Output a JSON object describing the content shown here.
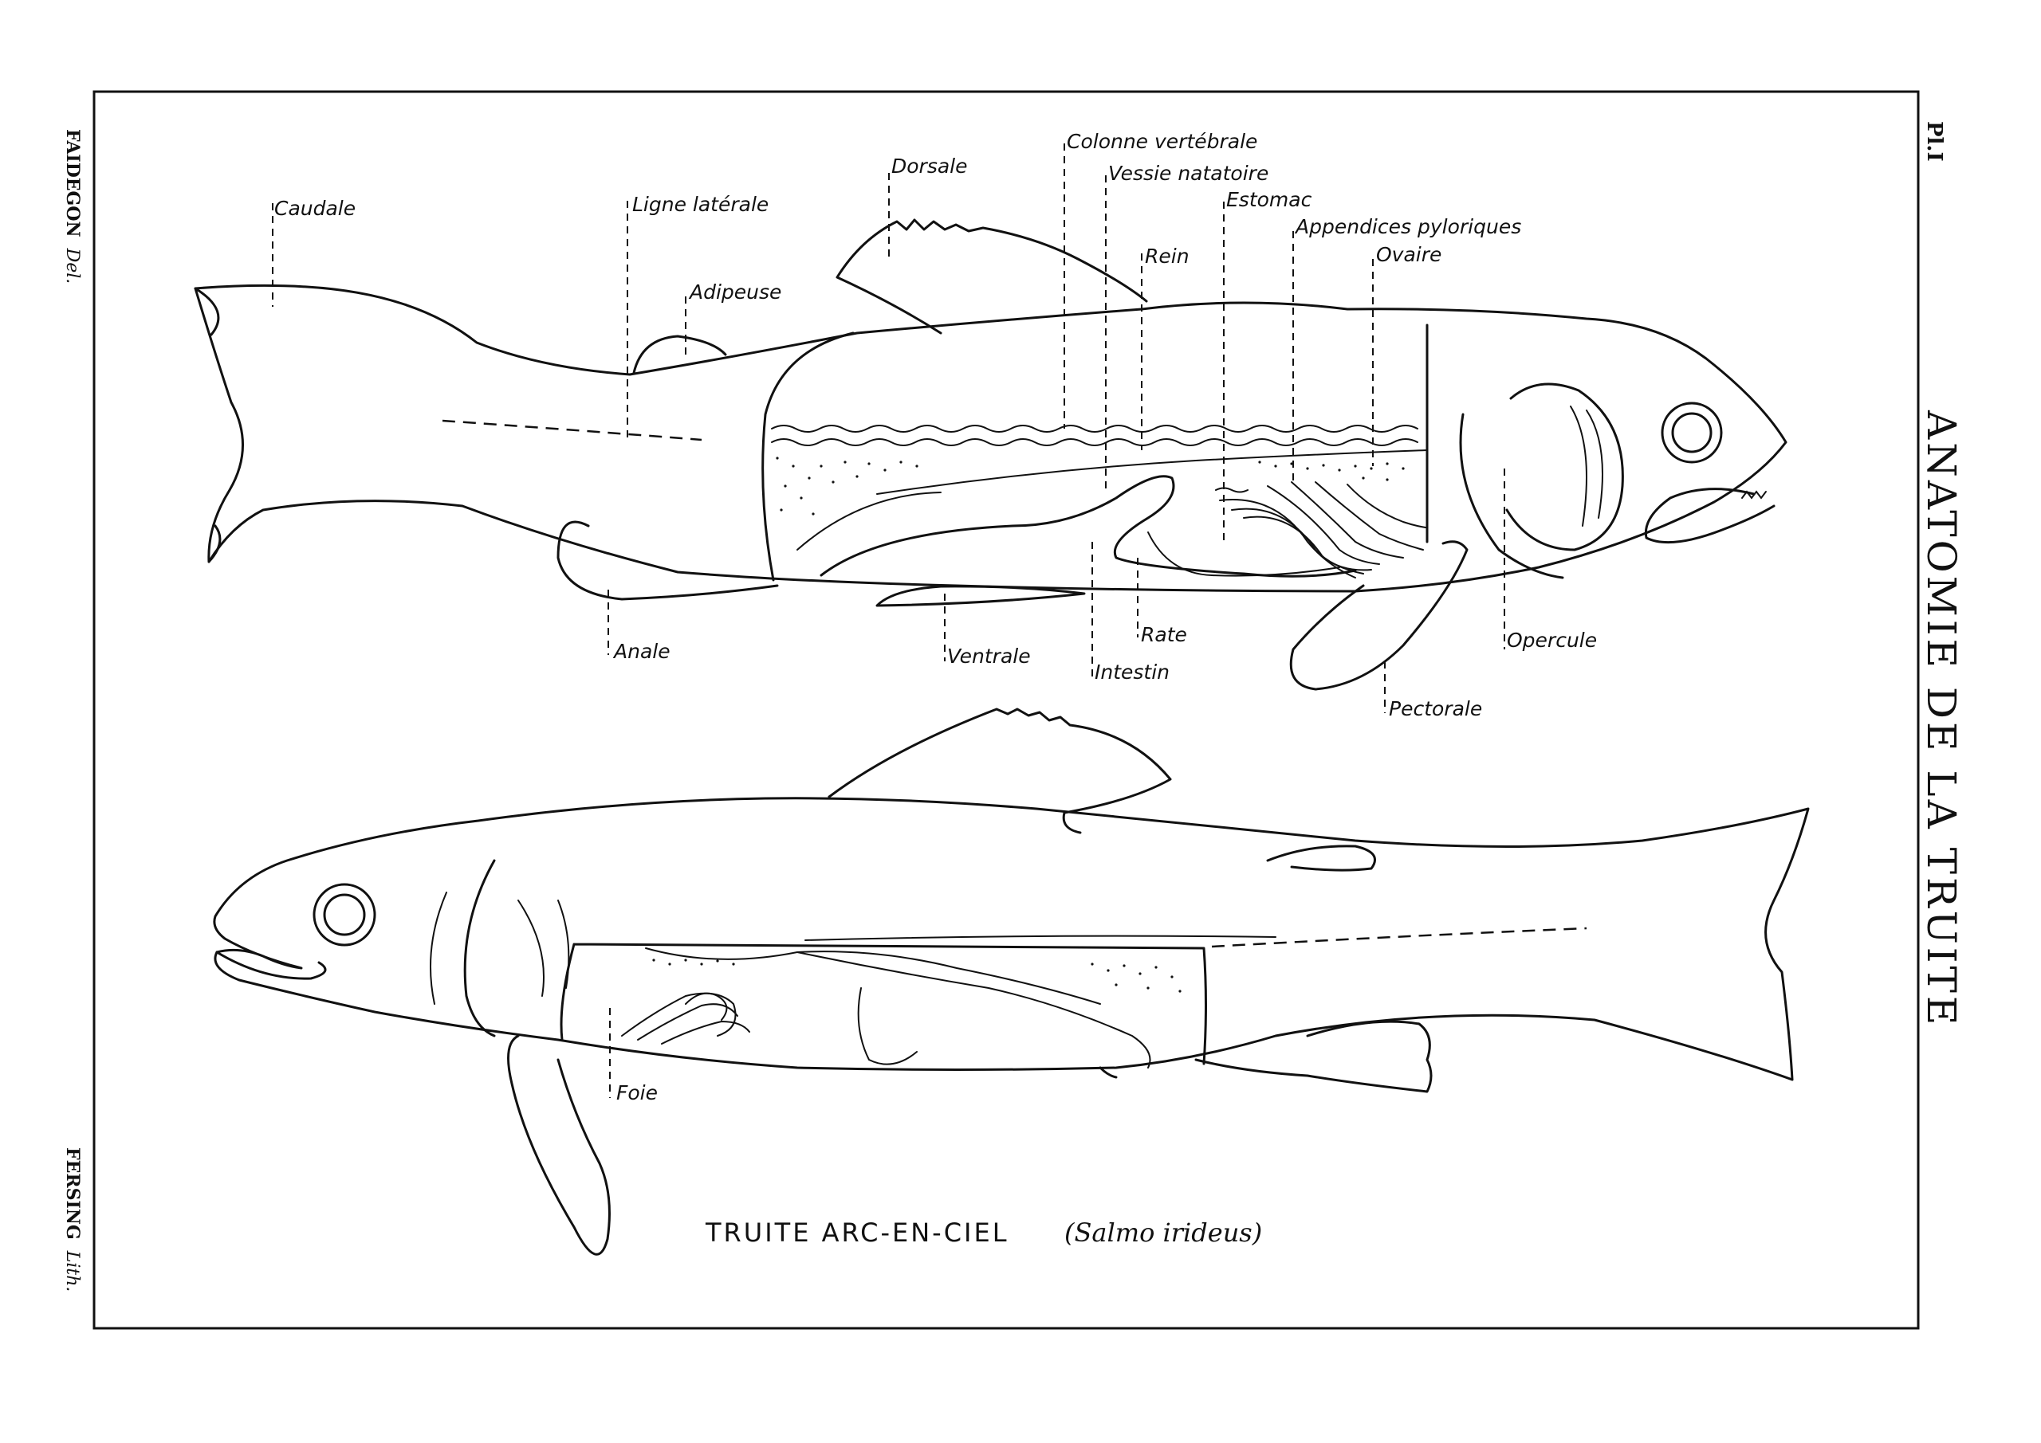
{
  "plate": {
    "title": "ANATOMIE DE LA TRUITE",
    "number": "Pl.I",
    "artist": "FAIDEGON",
    "artist_role": "Del.",
    "lithographer": "FERSING",
    "lithographer_role": "Lith."
  },
  "caption": {
    "common_name": "TRUITE ARC-EN-CIEL",
    "scientific_name": "(Salmo irideus)"
  },
  "labels": {
    "caudale": "Caudale",
    "ligne_laterale": "Ligne latérale",
    "adipeuse": "Adipeuse",
    "dorsale": "Dorsale",
    "colonne": "Colonne vertébrale",
    "vessie": "Vessie natatoire",
    "estomac": "Estomac",
    "rein": "Rein",
    "appendices": "Appendices pyloriques",
    "ovaire": "Ovaire",
    "anale": "Anale",
    "ventrale": "Ventrale",
    "intestin": "Intestin",
    "rate": "Rate",
    "opercule": "Opercule",
    "pectorale": "Pectorale",
    "foie": "Foie"
  }
}
